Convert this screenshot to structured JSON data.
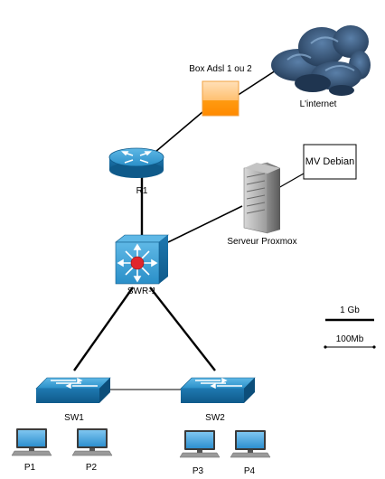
{
  "labels": {
    "internet": "L'internet",
    "box": "Box Adsl 1 ou 2",
    "router": "R1",
    "vm": "MV Debian",
    "server": "Serveur Proxmox",
    "core_switch": "SWR-1",
    "sw1": "SW1",
    "sw2": "SW2",
    "p1": "P1",
    "p2": "P2",
    "p3": "P3",
    "p4": "P4"
  },
  "legend": {
    "gigabit": "1 Gb",
    "fast": "100Mb"
  },
  "icons": {
    "internet": "cloud-icon",
    "box": "modem-icon",
    "router": "router-icon",
    "server": "server-icon",
    "core_switch": "layer3-switch-icon",
    "sw1": "switch-icon",
    "sw2": "switch-icon",
    "pc": "workstation-icon"
  },
  "colors": {
    "network_blue": "#1d7fb6",
    "box_orange": "#ff8a00",
    "cloud_dark": "#2e4a66",
    "core_red": "#e0262b"
  }
}
